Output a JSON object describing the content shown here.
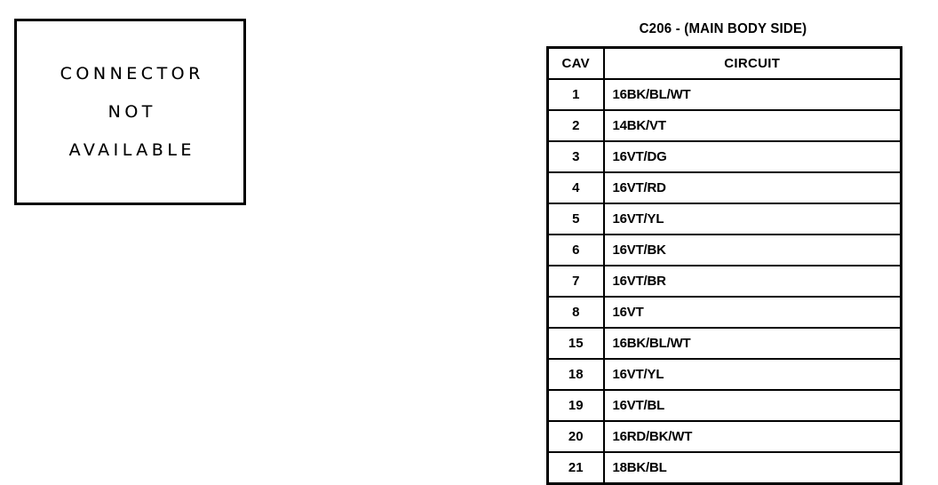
{
  "connector_panel": {
    "lines": [
      "CONNECTOR",
      "NOT",
      "AVAILABLE"
    ]
  },
  "pinout": {
    "title": "C206 - (MAIN BODY SIDE)",
    "columns": [
      "CAV",
      "CIRCUIT"
    ],
    "rows": [
      {
        "cav": "1",
        "circuit": "16BK/BL/WT"
      },
      {
        "cav": "2",
        "circuit": "14BK/VT"
      },
      {
        "cav": "3",
        "circuit": "16VT/DG"
      },
      {
        "cav": "4",
        "circuit": "16VT/RD"
      },
      {
        "cav": "5",
        "circuit": "16VT/YL"
      },
      {
        "cav": "6",
        "circuit": "16VT/BK"
      },
      {
        "cav": "7",
        "circuit": "16VT/BR"
      },
      {
        "cav": "8",
        "circuit": "16VT"
      },
      {
        "cav": "15",
        "circuit": "16BK/BL/WT"
      },
      {
        "cav": "18",
        "circuit": "16VT/YL"
      },
      {
        "cav": "19",
        "circuit": "16VT/BL"
      },
      {
        "cav": "20",
        "circuit": "16RD/BK/WT"
      },
      {
        "cav": "21",
        "circuit": "18BK/BL"
      }
    ]
  },
  "colors": {
    "ink": "#000000",
    "paper": "#ffffff"
  }
}
